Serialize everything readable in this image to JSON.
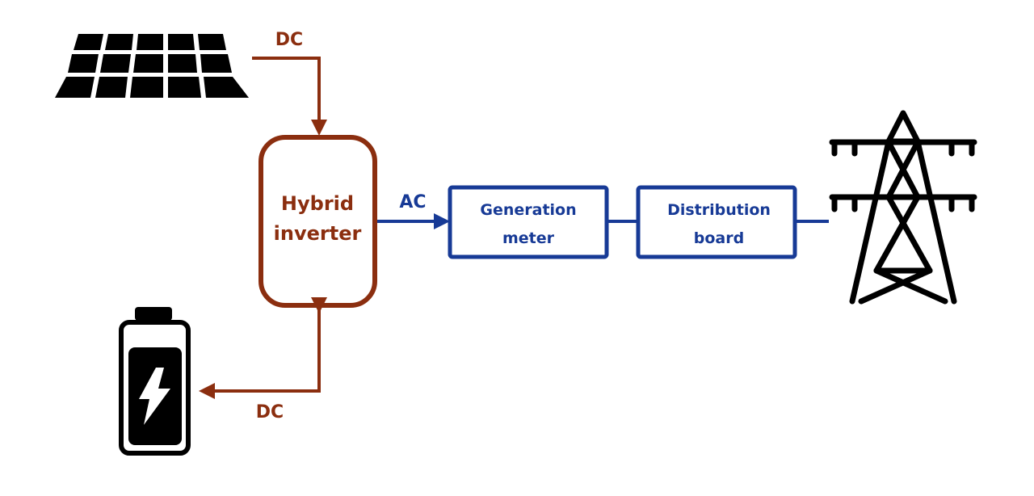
{
  "colors": {
    "dc": "#8b2e0f",
    "ac": "#173a96",
    "icon": "#000000",
    "background": "#ffffff"
  },
  "icons": {
    "solar": "solar-panel-icon",
    "battery": "battery-icon",
    "grid": "transmission-tower-icon"
  },
  "inverter": {
    "line1": "Hybrid",
    "line2": "inverter"
  },
  "flows": {
    "solar_label": "DC",
    "battery_label": "DC",
    "ac_label": "AC"
  },
  "generation_meter": {
    "line1": "Generation",
    "line2": "meter"
  },
  "distribution_board": {
    "line1": "Distribution",
    "line2": "board"
  }
}
